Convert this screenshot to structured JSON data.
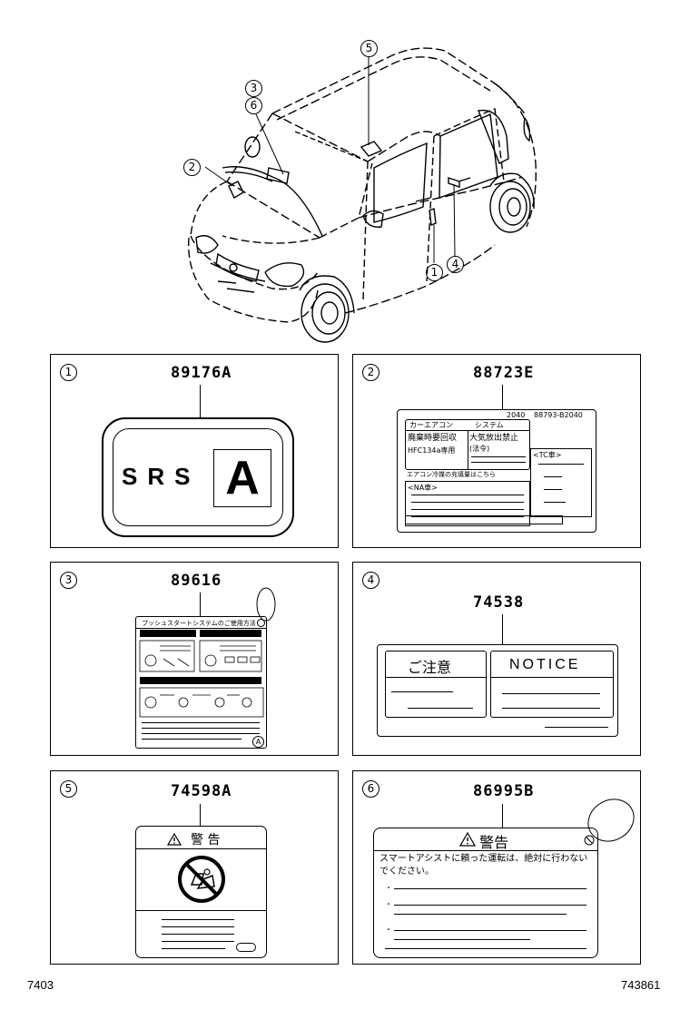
{
  "callouts": [
    "5",
    "3",
    "6",
    "2",
    "1",
    "4"
  ],
  "panels": [
    {
      "num": "1",
      "part": "89176A",
      "label_main": "SRS",
      "label_box": "A"
    },
    {
      "num": "2",
      "part": "88723E",
      "code_a": "2040",
      "code_b": "88793-B2040",
      "hdr_left": "カーエアコン",
      "hdr_mid": "システム",
      "row1_left": "廃棄時要回収",
      "row1_right": "大気放出禁止",
      "row2_left": "HFC134a専用",
      "row2_right": "(法令)",
      "sub_text": "エアコン冷媒の充填量はこちら",
      "na_label": "<NA車>",
      "tc_label": "<TC車>"
    },
    {
      "num": "3",
      "part": "89616",
      "title": "プッシュスタートシステムのご使用方法",
      "corner": "A"
    },
    {
      "num": "4",
      "part": "74538",
      "left_title": "ご注意",
      "right_title": "NOTICE"
    },
    {
      "num": "5",
      "part": "74598A",
      "title": "警 告"
    },
    {
      "num": "6",
      "part": "86995B",
      "title": "警告",
      "body": "スマートアシストに頼った運転は、絶対に行わないでください。"
    }
  ],
  "footer": {
    "left": "7403",
    "right": "743861"
  }
}
